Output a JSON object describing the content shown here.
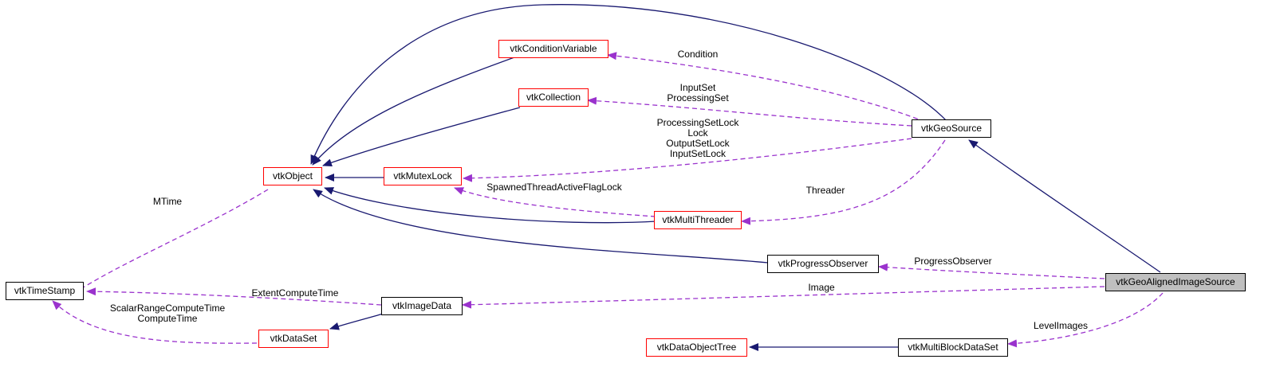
{
  "nodes": {
    "vtkTimeStamp": "vtkTimeStamp",
    "vtkObject": "vtkObject",
    "vtkConditionVariable": "vtkConditionVariable",
    "vtkCollection": "vtkCollection",
    "vtkMutexLock": "vtkMutexLock",
    "vtkMultiThreader": "vtkMultiThreader",
    "vtkGeoSource": "vtkGeoSource",
    "vtkProgressObserver": "vtkProgressObserver",
    "vtkImageData": "vtkImageData",
    "vtkDataSet": "vtkDataSet",
    "vtkDataObjectTree": "vtkDataObjectTree",
    "vtkMultiBlockDataSet": "vtkMultiBlockDataSet",
    "vtkGeoAlignedImageSource": "vtkGeoAlignedImageSource"
  },
  "labels": {
    "mtime": [
      "MTime"
    ],
    "condition": [
      "Condition"
    ],
    "inputset": [
      "InputSet",
      "ProcessingSet"
    ],
    "locks": [
      "ProcessingSetLock",
      "Lock",
      "OutputSetLock",
      "InputSetLock"
    ],
    "spawned": [
      "SpawnedThreadActiveFlagLock"
    ],
    "threader": [
      "Threader"
    ],
    "progress": [
      "ProgressObserver"
    ],
    "image": [
      "Image"
    ],
    "extent": [
      "ExtentComputeTime"
    ],
    "scalar": [
      "ScalarRangeComputeTime",
      "ComputeTime"
    ],
    "levelimages": [
      "LevelImages"
    ]
  },
  "colors": {
    "inheritance": "#191970",
    "usage": "#9a32cd",
    "node_border_incomplete": "#ff0000",
    "node_border": "#000000",
    "focus_fill": "#bfbfbf"
  }
}
